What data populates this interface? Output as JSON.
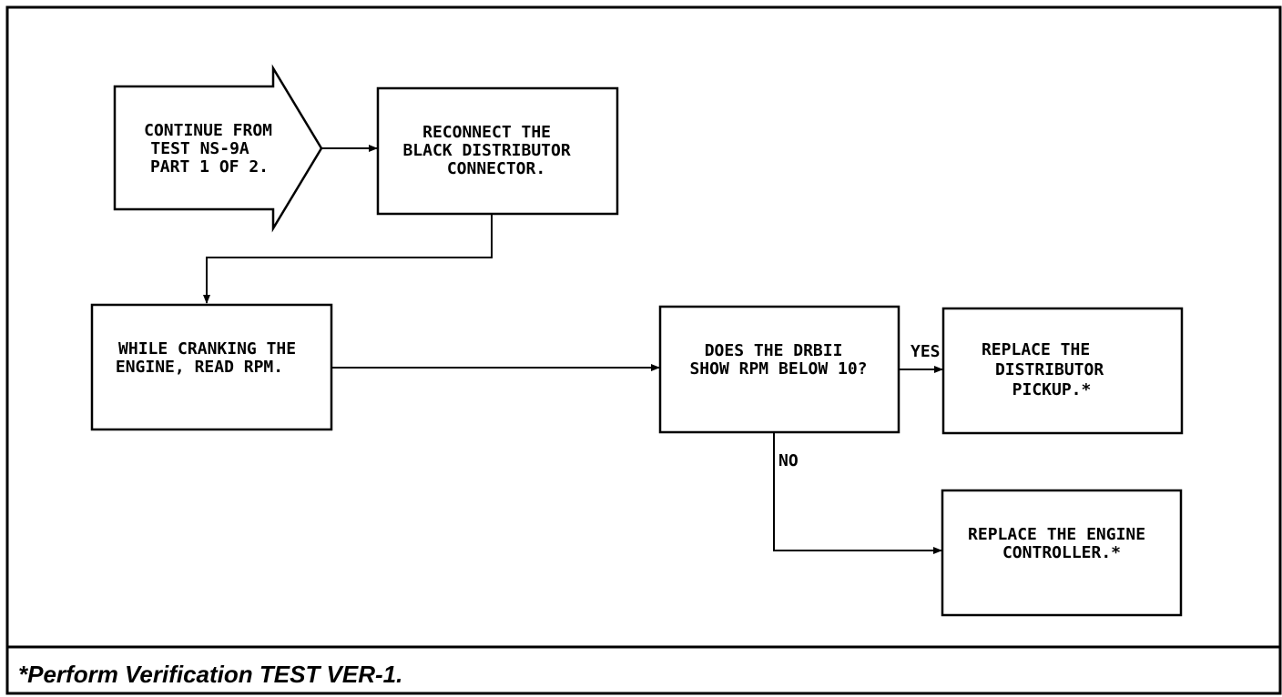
{
  "flowchart": {
    "start_arrow": {
      "lines": [
        "CONTINUE FROM",
        "TEST NS-9A",
        "PART 1 OF 2."
      ]
    },
    "reconnect_box": {
      "lines": [
        "RECONNECT THE",
        "BLACK DISTRIBUTOR",
        "CONNECTOR."
      ]
    },
    "cranking_box": {
      "lines": [
        "WHILE CRANKING THE",
        "ENGINE, READ RPM."
      ]
    },
    "question_box": {
      "lines": [
        "DOES THE DRBII",
        "SHOW RPM BELOW 10?"
      ]
    },
    "yes_label": "YES",
    "no_label": "NO",
    "replace_pickup_box": {
      "lines": [
        "REPLACE THE",
        "DISTRIBUTOR",
        "PICKUP.*"
      ]
    },
    "replace_controller_box": {
      "lines": [
        "REPLACE THE ENGINE",
        "CONTROLLER.*"
      ]
    }
  },
  "footer": {
    "note": "*Perform Verification TEST VER-1."
  }
}
